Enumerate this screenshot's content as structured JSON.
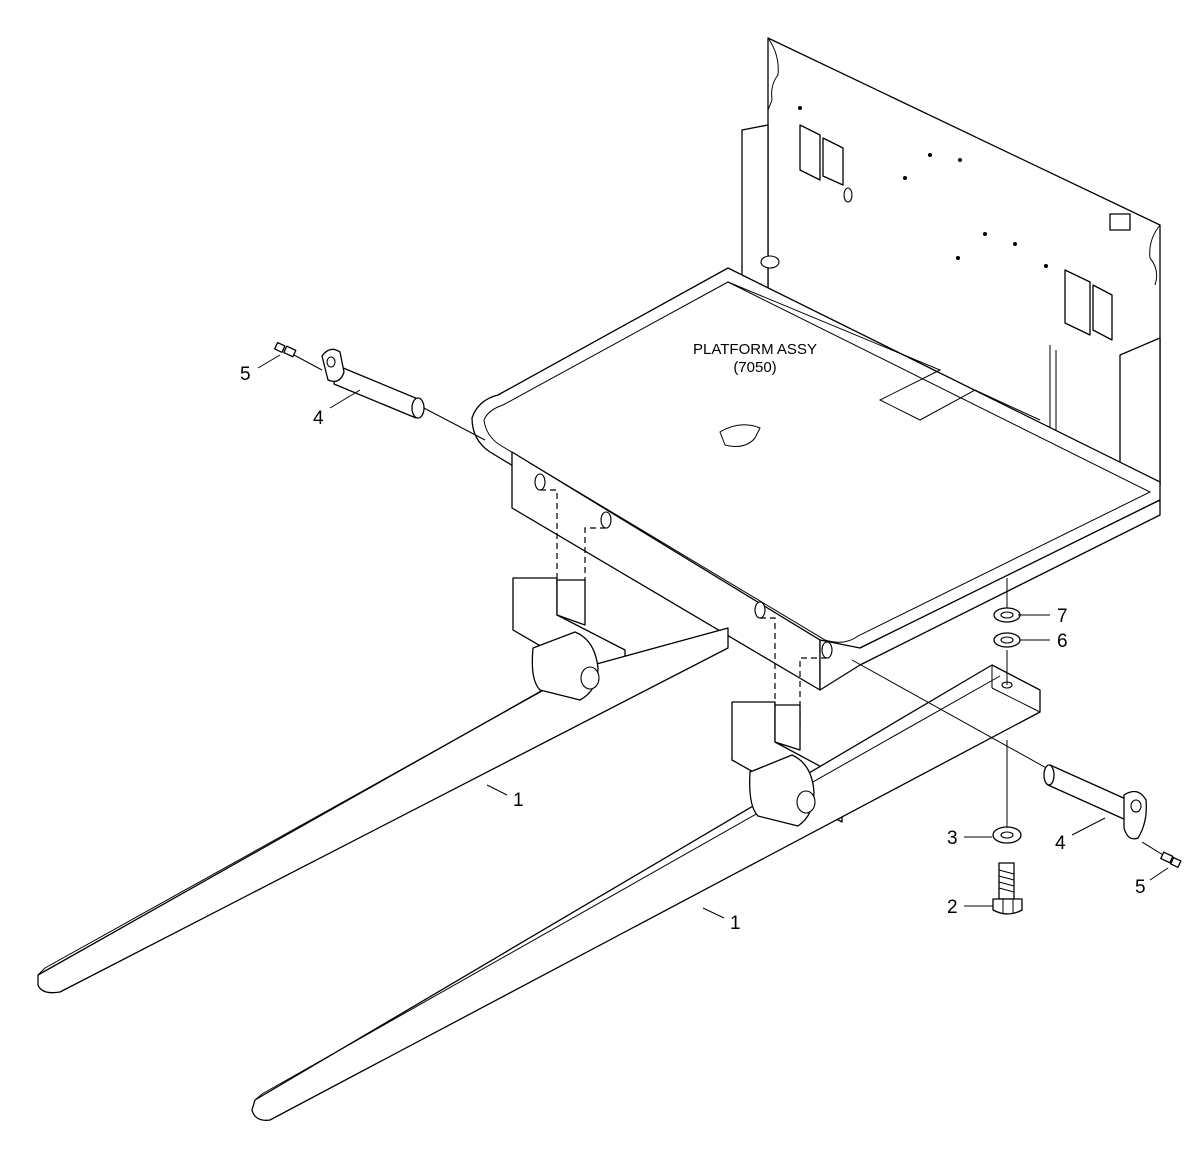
{
  "assembly": {
    "title_line1": "PLATFORM ASSY",
    "title_line2": "(7050)"
  },
  "callouts": {
    "fork_left": "1",
    "fork_right": "1",
    "bolt": "2",
    "washer_lower": "3",
    "pin_left": "4",
    "pin_right": "4",
    "pin_screw_left": "5",
    "pin_screw_right": "5",
    "washer_mid": "6",
    "washer_top": "7"
  }
}
